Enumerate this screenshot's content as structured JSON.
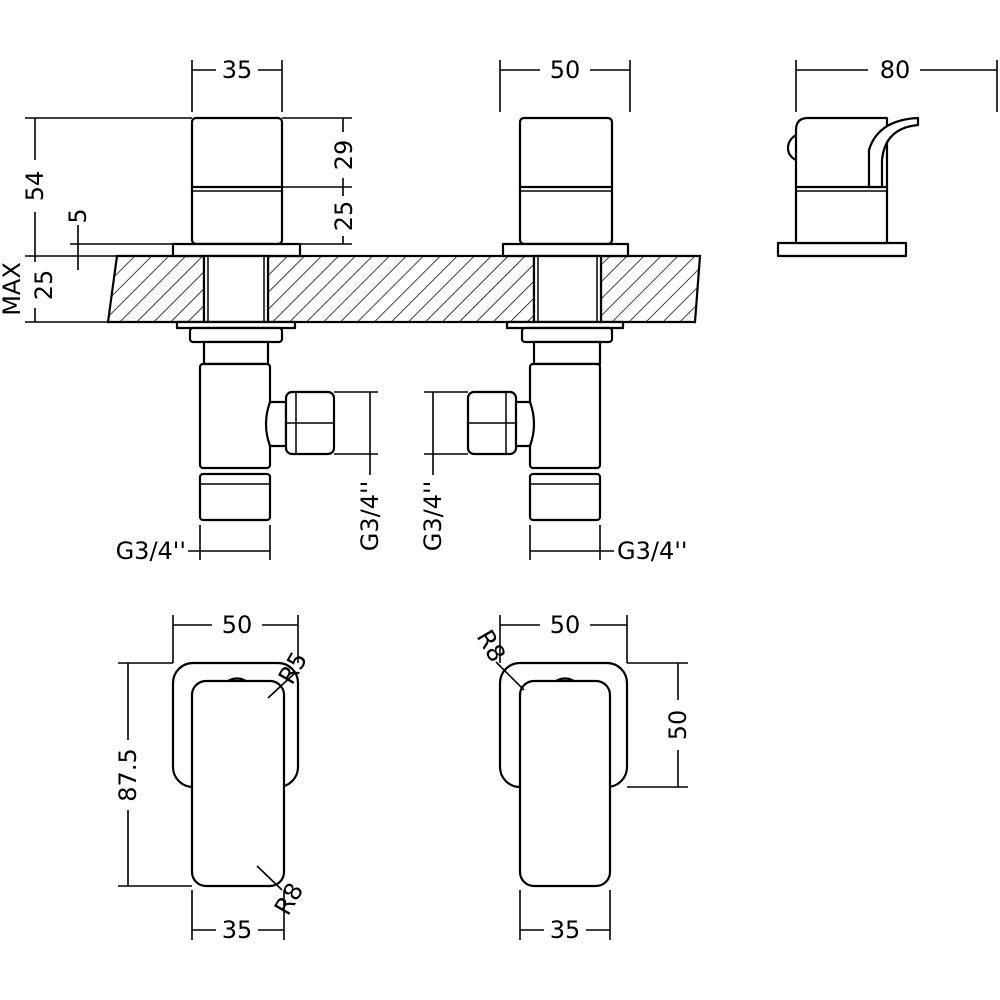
{
  "dimensions": {
    "tap_body_width": "35",
    "valve_body_width": "50",
    "side_depth": "80",
    "total_height": "54",
    "upper_section_height": "29",
    "lower_section_height": "25",
    "plate_thickness": "5",
    "deck_thickness": "25",
    "deck_note": "MAX",
    "thread_bottom_left": "G3/4''",
    "thread_side_left": "G3/4''",
    "thread_side_right": "G3/4''",
    "thread_bottom_right": "G3/4''",
    "plan_left_width_top": "50",
    "plan_left_length": "87.5",
    "plan_left_outer_radius": "R5",
    "plan_left_inner_radius": "R8",
    "plan_left_width_bottom": "35",
    "plan_right_width_top": "50",
    "plan_right_length": "50",
    "plan_right_radius": "R8",
    "plan_right_width_bottom": "35"
  }
}
